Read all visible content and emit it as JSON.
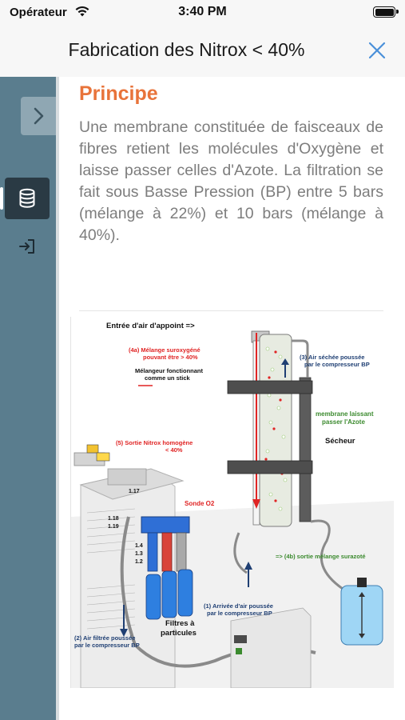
{
  "status_bar": {
    "carrier": "Opérateur",
    "time": "3:40 PM",
    "battery_level": 1.0
  },
  "header": {
    "title": "Fabrication des Nitrox < 40%",
    "close_icon": "close-icon"
  },
  "sidebar": {
    "toggle_icon": "chevron-right-icon",
    "items": [
      {
        "icon": "database-icon",
        "active": true
      },
      {
        "icon": "sign-in-icon",
        "active": false
      }
    ]
  },
  "content": {
    "title": "Principe",
    "paragraph": "Une membrane constituée de faisceaux de fibres retient les molécules d'Oxygène et laisse passer celles d'Azote. La filtration se fait sous Basse Pression (BP) entre 5 bars (mélange à 22%) et 10 bars (mélange à 40%).",
    "diagram": {
      "labels": {
        "entree": "Entrée d'air d'appoint =>",
        "melange_suroxygene_1": "(4a) Mélange suroxygéné",
        "melange_suroxygene_2": "pouvant être > 40%",
        "melangeur_1": "Mélangeur fonctionnant",
        "melangeur_2": "comme un stick",
        "air_seche_1": "(3) Air séchée poussée",
        "air_seche_2": "par le compresseur BP",
        "membrane_1": "membrane laissant",
        "membrane_2": "passer l'Azote",
        "sortie_nitrox_1": "(5) Sortie Nitrox homogène",
        "sortie_nitrox_2": "< 40%",
        "secheur": "Sécheur",
        "sonde_o2": "Sonde O2",
        "ref_117": "1.17",
        "ref_118": "1.18",
        "ref_119": "1.19",
        "ref_14": "1.4",
        "ref_13": "1.3",
        "ref_12": "1.2",
        "sortie_surazote": "=> (4b) sortie mélange surazoté",
        "arrivee_air_1": "(1) Arrivée d'air poussée",
        "arrivee_air_2": "par le compresseur BP",
        "filtres_1": "Filtres à",
        "filtres_2": "particules",
        "air_filtre_1": "(2) Air filtrée poussée",
        "air_filtre_2": "par le compresseur BP"
      },
      "colors": {
        "red": "#e02424",
        "blue": "#1f3f73",
        "green": "#3b8a2e"
      }
    }
  }
}
